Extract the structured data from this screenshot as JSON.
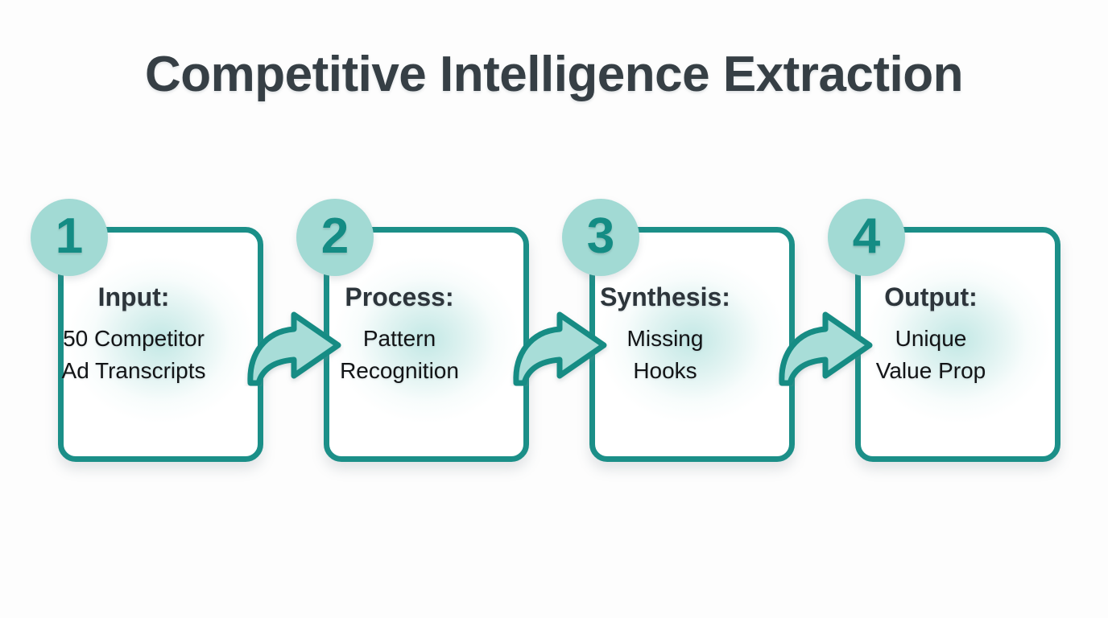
{
  "title": "Competitive Intelligence Extraction",
  "colors": {
    "background": "#fdfdfd",
    "title_text": "#363f45",
    "card_border": "#1b8f88",
    "card_fill": "#ffffff",
    "card_glow": "#96d7d2",
    "badge_fill": "#a2dad4",
    "badge_number": "#148c84",
    "arrow_fill": "#a8ddd8",
    "arrow_stroke": "#138c84",
    "heading_text": "#2d353b",
    "body_text": "#121416"
  },
  "steps": [
    {
      "number": "1",
      "heading": "Input:",
      "body_line1": "50 Competitor",
      "body_line2": "Ad Transcripts"
    },
    {
      "number": "2",
      "heading": "Process:",
      "body_line1": "Pattern",
      "body_line2": "Recognition"
    },
    {
      "number": "3",
      "heading": "Synthesis:",
      "body_line1": "Missing",
      "body_line2": "Hooks"
    },
    {
      "number": "4",
      "heading": "Output:",
      "body_line1": "Unique",
      "body_line2": "Value Prop"
    }
  ],
  "connectors": [
    {
      "icon": "curved-arrow-right-icon",
      "from": "1",
      "to": "2"
    },
    {
      "icon": "curved-arrow-right-icon",
      "from": "2",
      "to": "3"
    },
    {
      "icon": "curved-arrow-right-icon",
      "from": "3",
      "to": "4"
    }
  ]
}
